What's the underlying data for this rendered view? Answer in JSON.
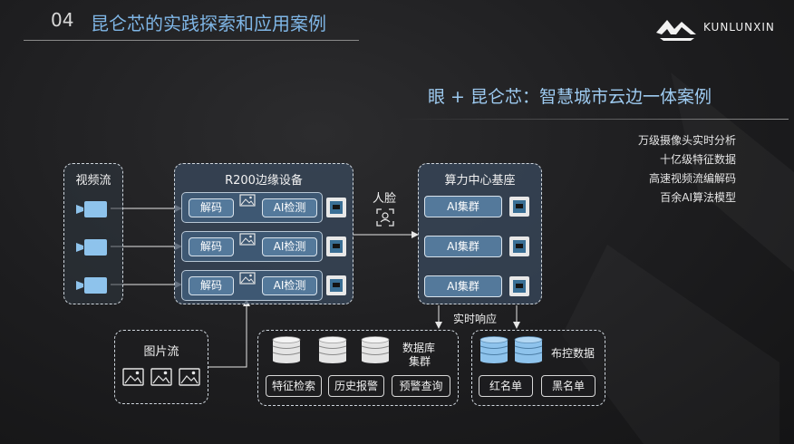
{
  "header": {
    "number": "04",
    "title": "昆仑芯的实践探索和应用案例",
    "logo_text": "KUNLUNXIN"
  },
  "subtitle": "眼 + 昆仑芯：智慧城市云边一体案例",
  "features": [
    "万级摄像头实时分析",
    "十亿级特征数据",
    "高速视频流编解码",
    "百余AI算法模型"
  ],
  "video_stream": {
    "title": "视频流"
  },
  "edge_device": {
    "title": "R200边缘设备",
    "decode_label": "解码",
    "detect_label": "AI检测"
  },
  "face_label": "人脸",
  "compute_center": {
    "title": "算力中心基座",
    "cluster_label": "AI集群"
  },
  "realtime_label": "实时响应",
  "image_stream": {
    "title": "图片流"
  },
  "database": {
    "title_line1": "数据库",
    "title_line2": "集群",
    "buttons": [
      "特征检索",
      "历史报警",
      "预警查询"
    ]
  },
  "control": {
    "title": "布控数据",
    "buttons": [
      "红名单",
      "黑名单"
    ]
  },
  "colors": {
    "accent_blue": "#7fb6e6",
    "panel_blue": "#3e5873",
    "button_blue": "#54799b",
    "camera_blue": "#8ec3ec",
    "db_blue": "#8ec3ec",
    "db_gray": "#e4e4e4"
  }
}
